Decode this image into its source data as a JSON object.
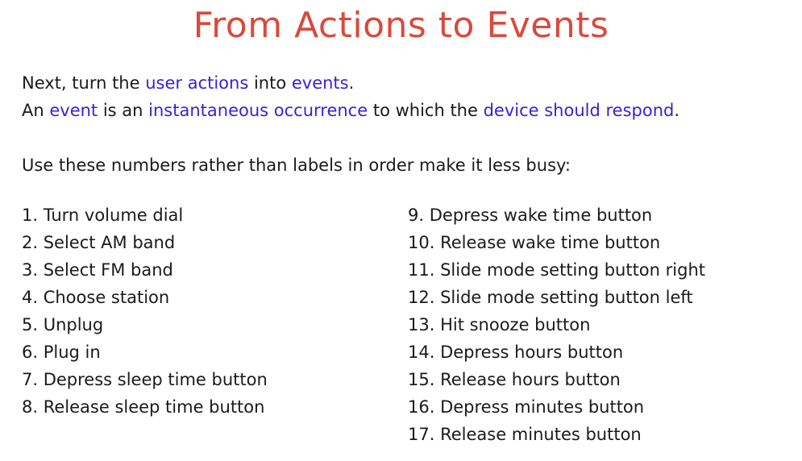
{
  "title": "From Actions to Events",
  "intro": {
    "line1": {
      "t1": "Next, turn the ",
      "h1": "user actions",
      "t2": " into ",
      "h2": "events",
      "t3": "."
    },
    "line2": {
      "t1": "An ",
      "h1": "event",
      "t2": " is an ",
      "h2": "instantaneous occurrence",
      "t3": " to which the ",
      "h3": "device should respond",
      "t4": "."
    },
    "line3": "Use these numbers rather than labels in order make it less busy:"
  },
  "events_left": [
    "1. Turn volume dial",
    "2. Select AM band",
    "3. Select FM band",
    "4. Choose station",
    "5. Unplug",
    "6. Plug in",
    "7. Depress sleep time button",
    "8. Release sleep time button"
  ],
  "events_right": [
    "9. Depress wake time button",
    "10. Release wake time button",
    "11. Slide mode setting button right",
    "12. Slide mode setting button left",
    "13. Hit snooze button",
    "14. Depress hours button",
    "15. Release hours button",
    "16. Depress minutes button",
    "17. Release minutes button"
  ],
  "colors": {
    "title": "#d94a3d",
    "highlight": "#3b1fd6",
    "text": "#1a1a1a"
  }
}
